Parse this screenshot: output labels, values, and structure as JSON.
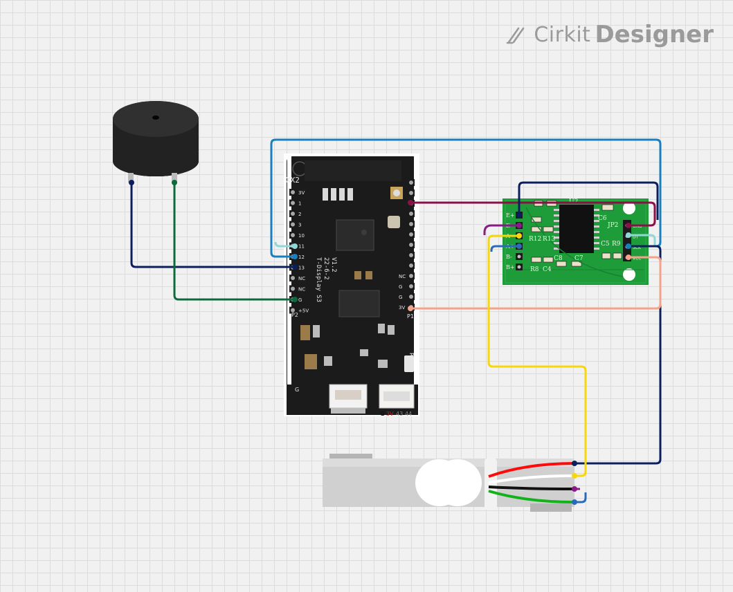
{
  "brand": {
    "part1": "Cirkit",
    "part2": "Designer",
    "icon": "pencil-logo-icon"
  },
  "board": {
    "left_pins": [
      "3V",
      "1",
      "2",
      "3",
      "10",
      "11",
      "12",
      "13",
      "NC",
      "NC",
      "G",
      "+5V"
    ],
    "right_pins": [
      "",
      "",
      "",
      "",
      "",
      "",
      "",
      "",
      "",
      "NC",
      "G",
      "G",
      "3V"
    ],
    "silk_lines": [
      "T-Display S3",
      "22-6-2",
      "V1.2"
    ],
    "labels": {
      "p2": "P2",
      "p1": "P1",
      "rst": "RST",
      "xx2": "XX2",
      "gnd_bottom": "G"
    },
    "bottom_header": [
      "G",
      "3V",
      "43",
      "44"
    ]
  },
  "hx711": {
    "left_pins": [
      "E+",
      "E-",
      "A-",
      "A+",
      "B-",
      "B+"
    ],
    "right_labels": [
      "GND",
      "DT",
      "SCK",
      "VCC"
    ],
    "silk": [
      "JP2",
      "R12",
      "R13",
      "R8",
      "C4",
      "C8",
      "C7",
      "C5",
      "R9",
      "C6",
      "U2"
    ]
  },
  "colors": {
    "wire_blue": "#1a7fbe",
    "wire_navy": "#0a1f5c",
    "wire_green": "#0b6b3a",
    "wire_maroon": "#8a1048",
    "wire_cyan": "#8fd8d8",
    "wire_salmon": "#f4a28a",
    "wire_yellow": "#f5d70c",
    "wire_purple": "#8a1a8a",
    "wire_lightblue": "#2a6ab8",
    "pcb_green": "#1f9c3a",
    "board_black": "#1b1b1b"
  }
}
